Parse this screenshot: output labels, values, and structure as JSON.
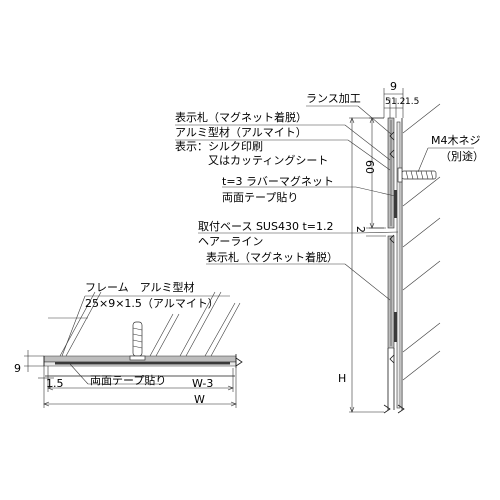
{
  "labels": {
    "lance_kako": "ランス加工",
    "dim_9_top": "9",
    "dim_5": "5",
    "dim_1_2": "1.2",
    "dim_1_5_top": "1.5",
    "hyojifuda_1": "表示札（マグネット着脱）",
    "alumi_katazai_1": "アルミ型材（アルマイト）",
    "hyoji_silk": "表示：シルク印刷",
    "cutting_sheet": "又はカッティングシート",
    "m4_neji": "M4木ネジ",
    "betto": "（別途）",
    "dim_60": "60",
    "rubber_magnet": "t=3 ラバーマグネット",
    "ryomen_tape_1": "両面テープ貼り",
    "dim_2": "2",
    "toritsuke_base": "取付ベース SUS430 t=1.2",
    "hairline": "ヘアーライン",
    "hyojifuda_2": "表示札（マグネット着脱）",
    "frame": "フレーム　アルミ型材",
    "frame_size": "25×9×1.5（アルマイト）",
    "dim_9_left": "9",
    "dim_1_5_bottom": "1.5",
    "ryomen_tape_2": "両面テープ貼り",
    "dim_w3": "W-3",
    "dim_w": "W",
    "dim_h": "H"
  }
}
